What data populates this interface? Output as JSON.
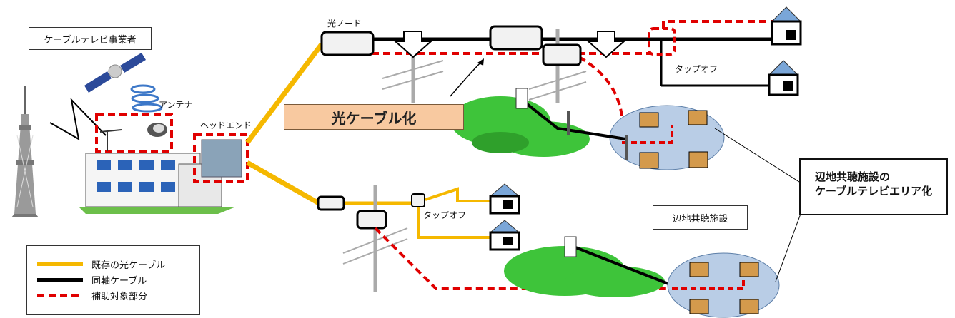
{
  "labels": {
    "operator": "ケーブルテレビ事業者",
    "antenna": "アンテナ",
    "headend": "ヘッドエンド",
    "optical_node": "光ノード",
    "tap_off_top": "タップオフ",
    "tap_off_bottom": "タップオフ",
    "optical_conversion": "光ケーブル化",
    "remote_facility": "辺地共聴施設",
    "area_callout_line1": "辺地共聴施設の",
    "area_callout_line2": "ケーブルテレビエリア化"
  },
  "legend": [
    {
      "label": "既存の光ケーブル",
      "style": "solid",
      "color": "#f5b800"
    },
    {
      "label": "同軸ケーブル",
      "style": "solid",
      "color": "#000000"
    },
    {
      "label": "補助対象部分",
      "style": "dashed",
      "color": "#e00000"
    }
  ],
  "colors": {
    "optical": "#f5b800",
    "coax": "#000000",
    "subsidy": "#e00000",
    "hill": "#3ec43a",
    "village": "#b9cde6",
    "house_roof": "#7aa6d8"
  }
}
